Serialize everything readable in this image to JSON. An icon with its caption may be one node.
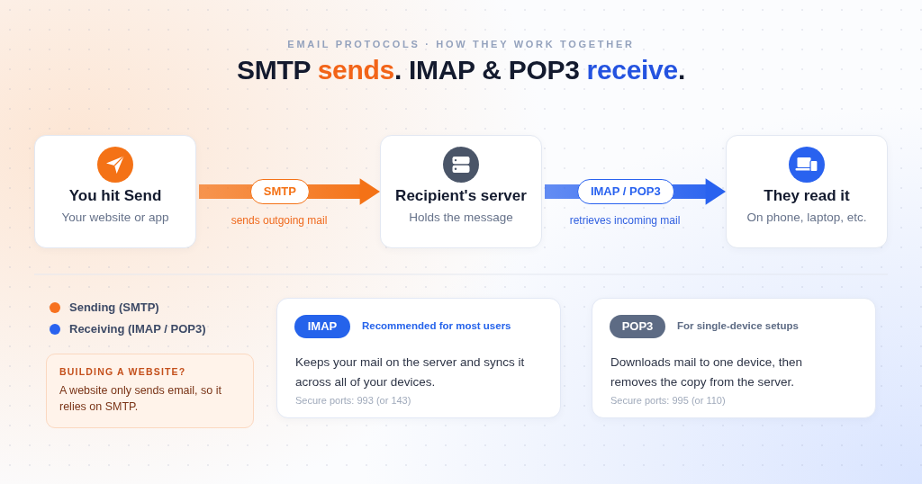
{
  "diagram": {
    "title": "SMTP **sends**. IMAP & POP3 **receive**.",
    "nodes": [
      {
        "text": [
          "You hit Send",
          "Your website or app"
        ]
      },
      {
        "text": [
          "Recipient's server",
          "Holds the message"
        ]
      },
      {
        "text": [
          "They read it",
          "On phone, laptop, etc."
        ]
      },
      {
        "text": [
          "BUILDING A WEBSITE?",
          "A website only sends email, so it relies on SMTP."
        ]
      },
      {
        "text": [
          "Recommended for most users",
          "Keeps your mail on the server and syncs it across all of your devices.",
          "Secure ports: 993 (or 143)"
        ]
      },
      {
        "text": [
          "IMAP"
        ],
        "in": 4
      },
      {
        "text": [
          "For single-device setups",
          "Downloads mail to one device, then removes the copy from the server.",
          "Secure ports: 995 (or 110)"
        ]
      },
      {
        "text": [
          "POP3"
        ],
        "in": 6
      }
    ],
    "edges": [
      {
        "from": 0,
        "to": 1,
        "arrow": "to",
        "label": "SMTP",
        "style": "thick",
        "color": "#f47216"
      },
      {
        "from": 1,
        "to": 2,
        "arrow": "to",
        "label": "IMAP / POP3",
        "style": "thick",
        "color": "#2962ef"
      }
    ],
    "labels": [
      "EMAIL PROTOCOLS · HOW THEY WORK TOGETHER",
      "sends outgoing mail",
      "retrieves incoming mail"
    ],
    "legend": [
      {
        "text": "Sending (SMTP)",
        "color": "#f7711f"
      },
      {
        "text": "Receiving (IMAP / POP3)",
        "color": "#2962ef"
      }
    ]
  }
}
